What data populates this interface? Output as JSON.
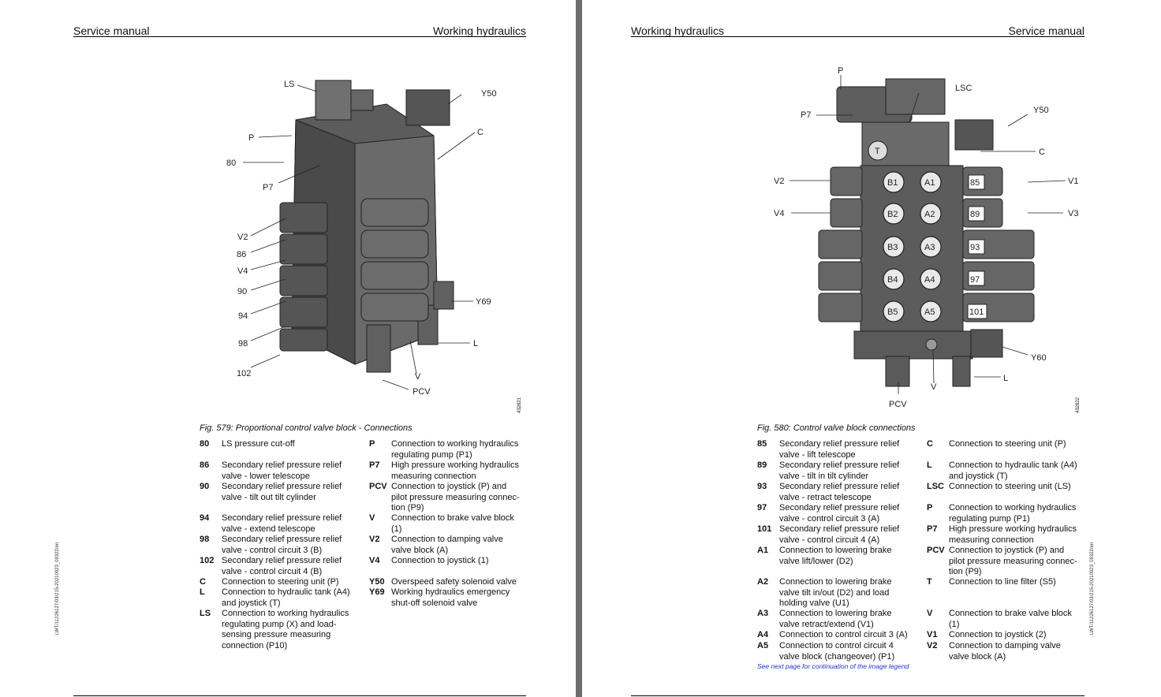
{
  "left_page": {
    "header_left": "Service manual",
    "header_right": "Working hydraulics",
    "side_code": "LWT/11226127/03/215-20210923_09322/en",
    "figure_id": "432821",
    "figure_labels": {
      "ls": "LS",
      "y50": "Y50",
      "p": "P",
      "c": "C",
      "l80": "80",
      "p7": "P7",
      "v2": "V2",
      "l86": "86",
      "v4": "V4",
      "l90": "90",
      "l94": "94",
      "y69": "Y69",
      "l98": "98",
      "l": "L",
      "l102": "102",
      "v": "V",
      "pcv": "PCV"
    },
    "caption": "Fig. 579: Proportional control valve block - Connections",
    "legend_col1": [
      {
        "key": "80",
        "lines": [
          "LS pressure cut-off"
        ]
      },
      {
        "key": "86",
        "lines": [
          "Secondary relief pressure relief",
          "valve - lower telescope"
        ]
      },
      {
        "key": "90",
        "lines": [
          "Secondary relief pressure relief",
          "valve - tilt out tilt cylinder"
        ]
      },
      {
        "key": "94",
        "lines": [
          "Secondary relief pressure relief",
          "valve - extend telescope"
        ]
      },
      {
        "key": "98",
        "lines": [
          "Secondary relief pressure relief",
          "valve - control circuit 3 (B)"
        ]
      },
      {
        "key": "102",
        "lines": [
          "Secondary relief pressure relief",
          "valve - control circuit 4 (B)"
        ]
      },
      {
        "key": "C",
        "lines": [
          "Connection to steering unit (P)"
        ]
      },
      {
        "key": "L",
        "lines": [
          "Connection to hydraulic tank (A4)",
          "and joystick (T)"
        ]
      },
      {
        "key": "LS",
        "lines": [
          "Connection to working hydraulics",
          "regulating pump (X) and load-",
          "sensing pressure measuring",
          "connection (P10)"
        ]
      }
    ],
    "legend_col2": [
      {
        "key": "P",
        "lines": [
          "Connection to working hydraulics",
          "regulating pump (P1)"
        ]
      },
      {
        "key": "P7",
        "lines": [
          "High pressure working hydraulics",
          "measuring connection"
        ]
      },
      {
        "key": "PCV",
        "lines": [
          "Connection to joystick (P) and",
          "pilot pressure measuring connec-",
          "tion (P9)"
        ]
      },
      {
        "key": "V",
        "lines": [
          "Connection to brake valve block",
          "(1)"
        ]
      },
      {
        "key": "V2",
        "lines": [
          "Connection to damping valve",
          "valve block (A)"
        ]
      },
      {
        "key": "V4",
        "lines": [
          "Connection to joystick (1)"
        ]
      },
      {
        "key": "Y50",
        "lines": [
          "Overspeed safety solenoid valve"
        ]
      },
      {
        "key": "Y69",
        "lines": [
          "Working hydraulics emergency",
          "shut-off solenoid valve"
        ]
      }
    ]
  },
  "right_page": {
    "header_left": "Working hydraulics",
    "header_right": "Service manual",
    "side_code": "LWT/11226127/03/215-20210923_09322/en",
    "figure_id": "432822",
    "figure_labels": {
      "p": "P",
      "lsc": "LSC",
      "p7": "P7",
      "y50": "Y50",
      "t": "T",
      "c": "C",
      "v2": "V2",
      "v1": "V1",
      "v4": "V4",
      "v3": "V3",
      "y60": "Y60",
      "l": "L",
      "v": "V",
      "pcv": "PCV",
      "b1": "B1",
      "a1": "A1",
      "n85": "85",
      "b2": "B2",
      "a2": "A2",
      "n89": "89",
      "b3": "B3",
      "a3": "A3",
      "n93": "93",
      "b4": "B4",
      "a4": "A4",
      "n97": "97",
      "b5": "B5",
      "a5": "A5",
      "n101": "101"
    },
    "caption": "Fig. 580: Control valve block connections",
    "legend_col1": [
      {
        "key": "85",
        "lines": [
          "Secondary relief pressure relief",
          "valve - lift telescope"
        ]
      },
      {
        "key": "89",
        "lines": [
          "Secondary relief pressure relief",
          "valve - tilt in tilt cylinder"
        ]
      },
      {
        "key": "93",
        "lines": [
          "Secondary relief pressure relief",
          "valve - retract telescope"
        ]
      },
      {
        "key": "97",
        "lines": [
          "Secondary relief pressure relief",
          "valve - control circuit 3 (A)"
        ]
      },
      {
        "key": "101",
        "lines": [
          "Secondary relief pressure relief",
          "valve - control circuit 4 (A)"
        ]
      },
      {
        "key": "A1",
        "lines": [
          "Connection to lowering brake",
          "valve lift/lower (D2)"
        ]
      },
      {
        "key": "A2",
        "lines": [
          "Connection to lowering brake",
          "valve tilt in/out (D2) and load",
          "holding valve (U1)"
        ]
      },
      {
        "key": "A3",
        "lines": [
          "Connection to lowering brake",
          "valve retract/extend (V1)"
        ]
      },
      {
        "key": "A4",
        "lines": [
          "Connection to control circuit 3 (A)"
        ]
      },
      {
        "key": "A5",
        "lines": [
          "Connection to control circuit 4",
          "valve block (changeover) (P1)"
        ]
      }
    ],
    "legend_col2": [
      {
        "key": "C",
        "lines": [
          "Connection to steering unit (P)"
        ]
      },
      {
        "key": "L",
        "lines": [
          "Connection to hydraulic tank (A4)",
          "and joystick (T)"
        ]
      },
      {
        "key": "LSC",
        "lines": [
          "Connection to steering unit (LS)"
        ]
      },
      {
        "key": "P",
        "lines": [
          "Connection to working hydraulics",
          "regulating pump (P1)"
        ]
      },
      {
        "key": "P7",
        "lines": [
          "High pressure working hydraulics",
          "measuring connection"
        ]
      },
      {
        "key": "PCV",
        "lines": [
          "Connection to joystick (P) and",
          "pilot pressure measuring connec-",
          "tion (P9)"
        ]
      },
      {
        "key": "T",
        "lines": [
          "Connection to line filter (S5)"
        ]
      },
      {
        "key": "V",
        "lines": [
          "Connection to brake valve block",
          "(1)"
        ]
      },
      {
        "key": "V1",
        "lines": [
          "Connection to joystick (2)"
        ]
      },
      {
        "key": "V2",
        "lines": [
          "Connection to damping valve",
          "valve block (A)"
        ]
      }
    ],
    "continuation_note": "See next page for continuation of the image legend"
  }
}
